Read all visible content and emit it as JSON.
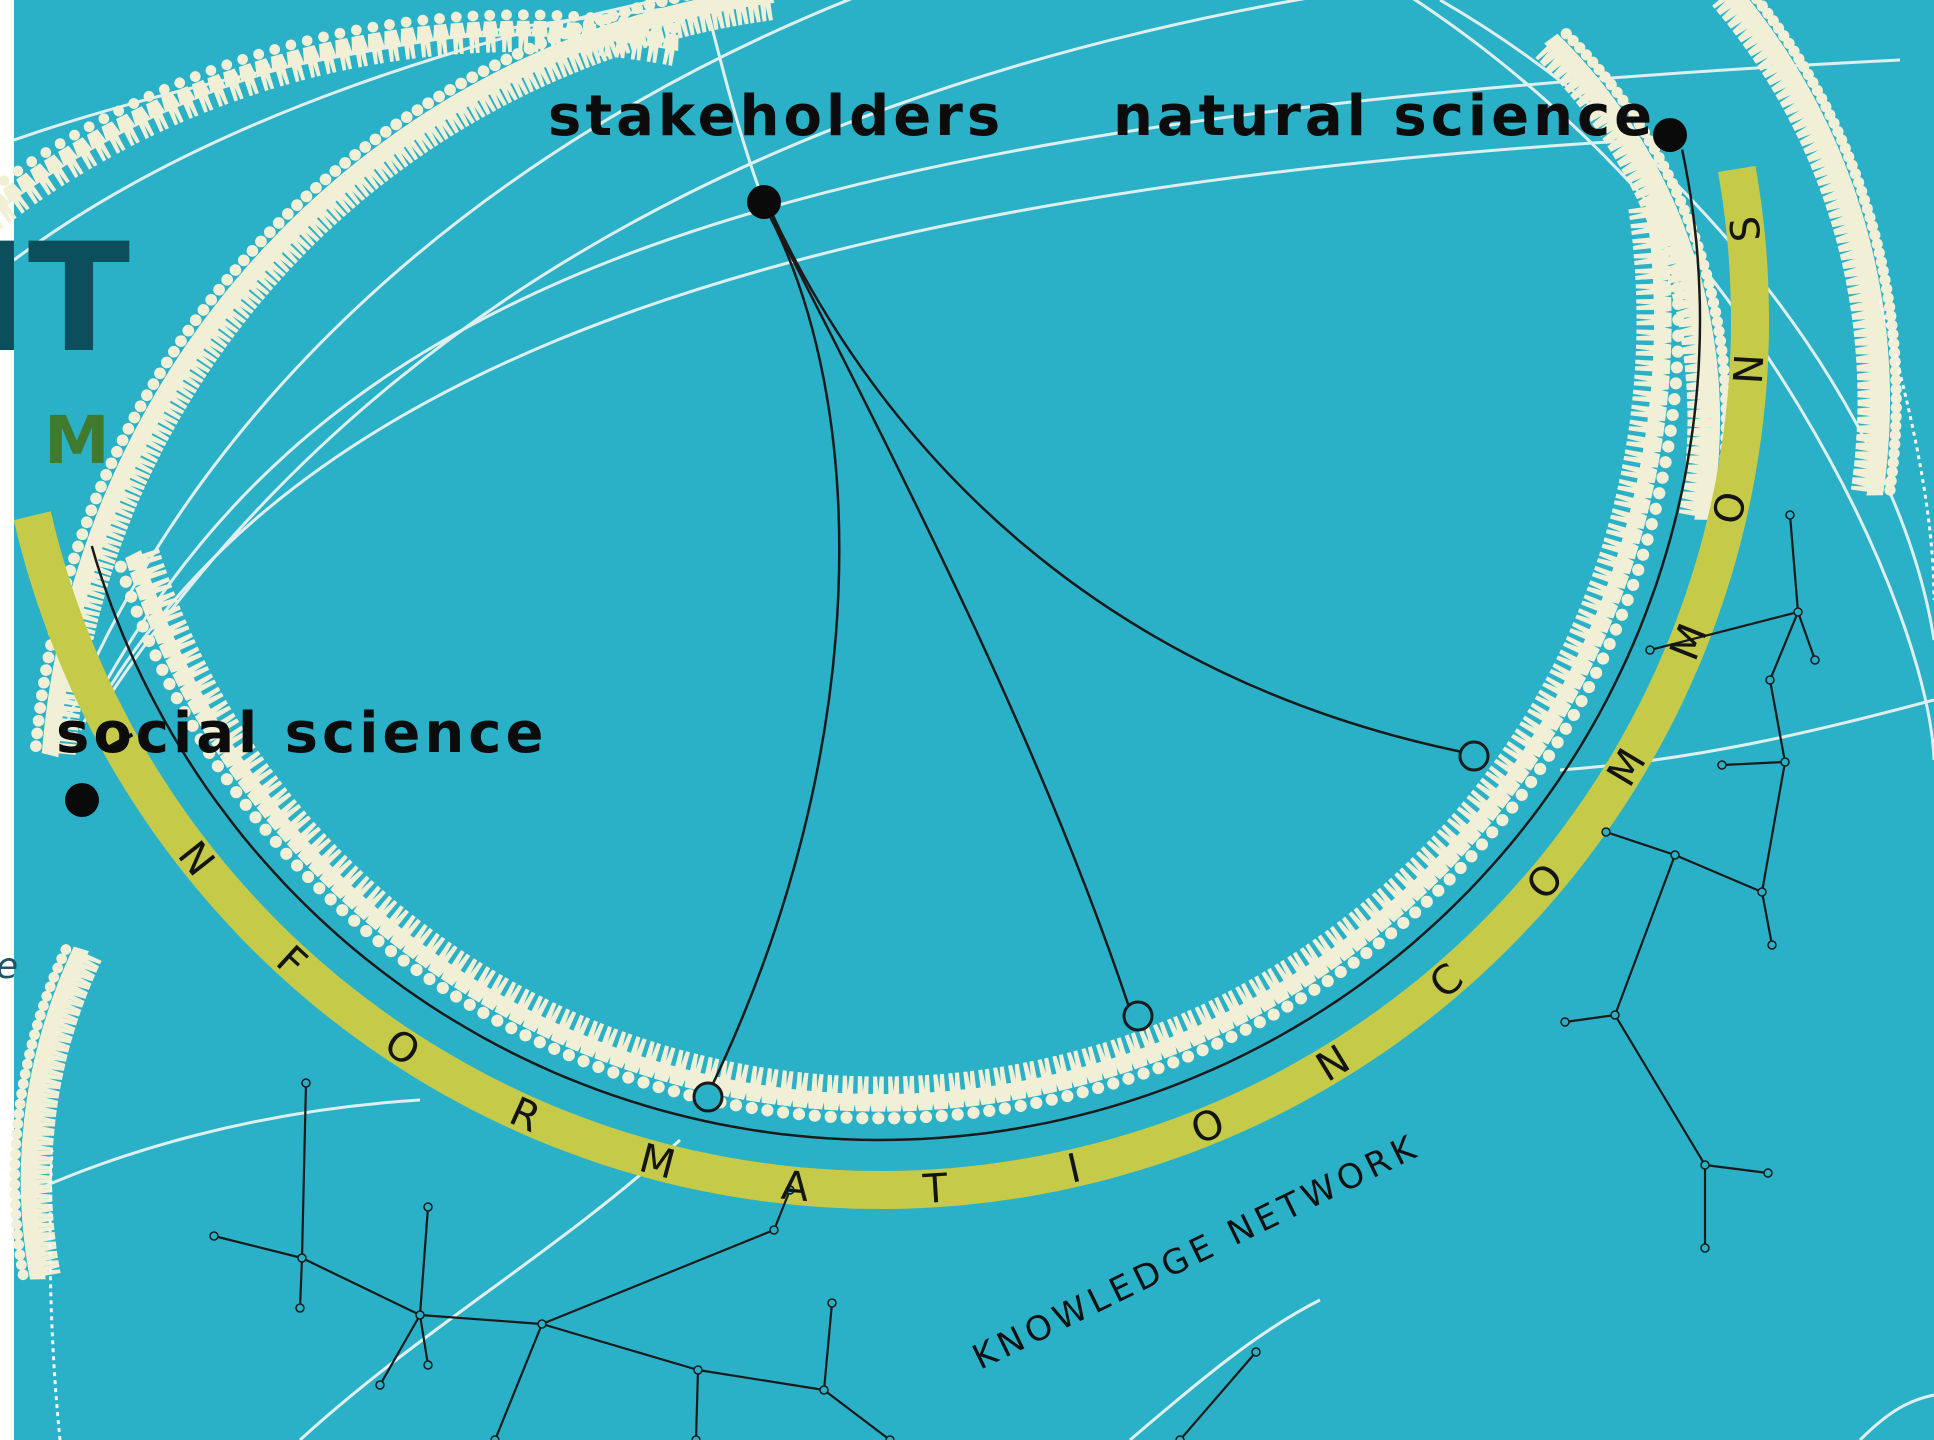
{
  "nodes": {
    "stakeholders": "stakeholders",
    "natural_science": "natural science",
    "social_science": "social science"
  },
  "ring_label": "INFORMATION COMMONS",
  "network_label": "KNOWLEDGE NETWORK",
  "edge_fragments": {
    "big_letters": "IT",
    "small_letter": "M",
    "tiny_letter": "e"
  },
  "colors": {
    "background": "#2ab1c8",
    "ring": "#c5cb48",
    "figures": "#f1f0d6",
    "arcs": "#e9f3f1",
    "lines": "#1a1a1a",
    "edge_big_letters": "#0b4f5c",
    "edge_small_letter": "#3f7a2f"
  }
}
